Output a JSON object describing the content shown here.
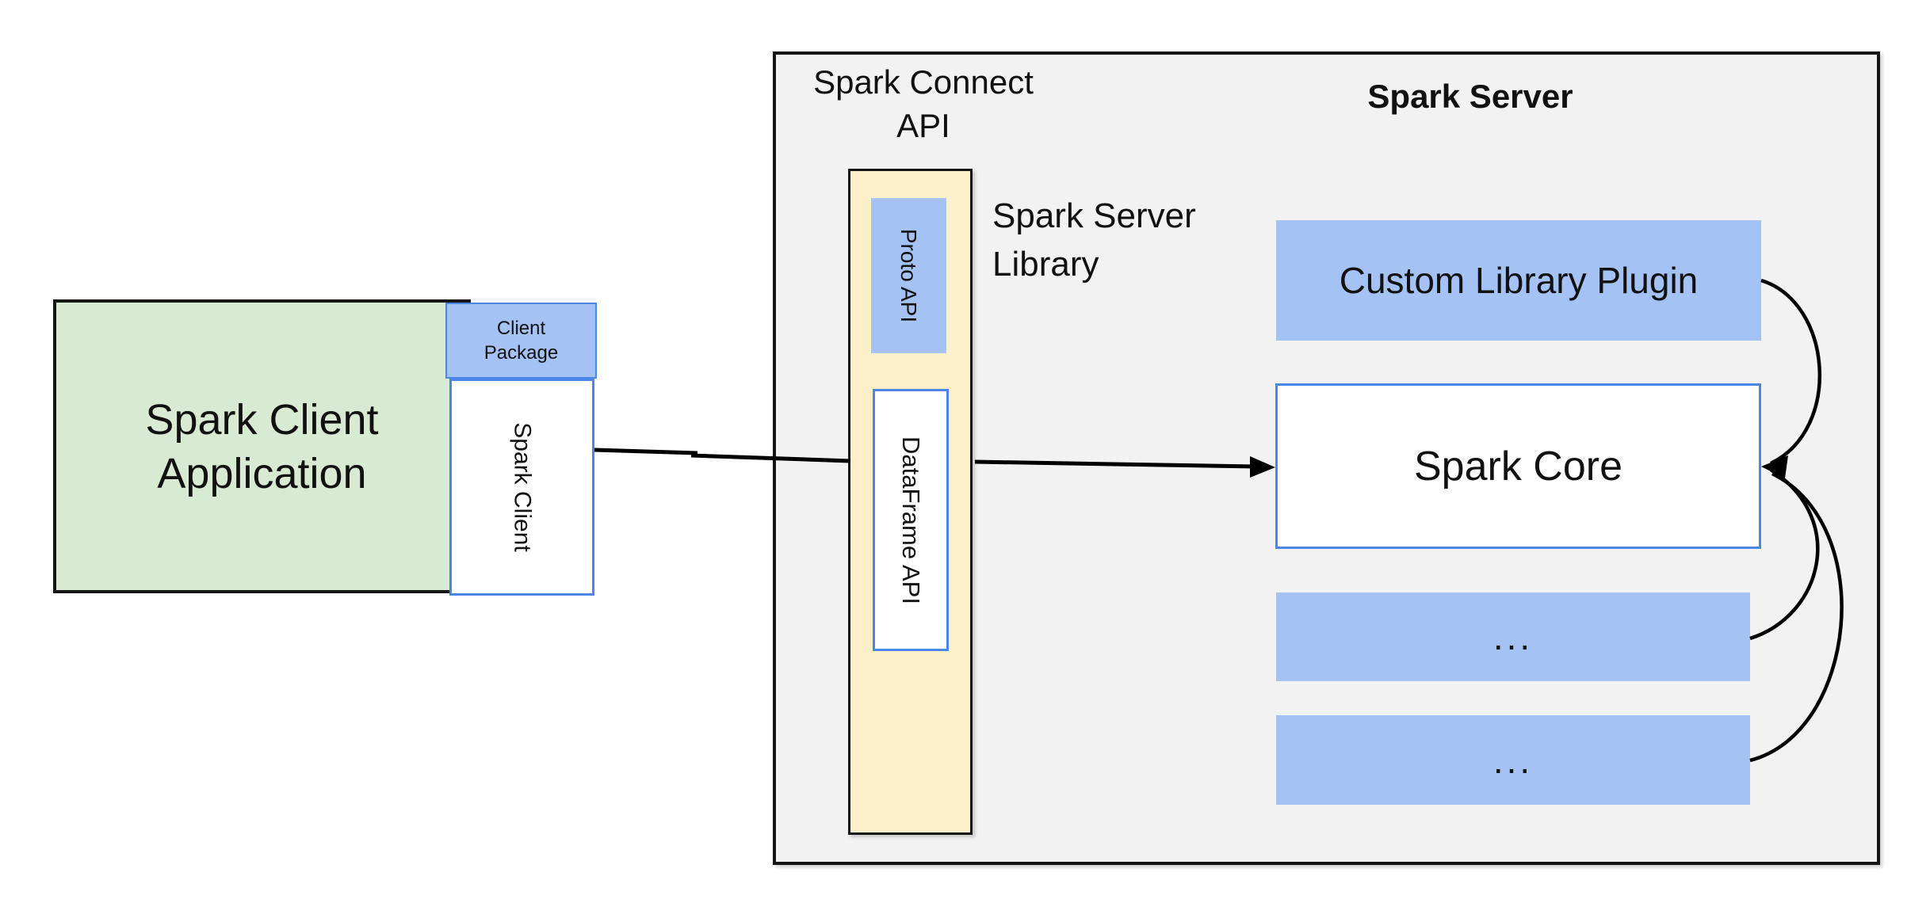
{
  "colors": {
    "box_blue_fill": "#a4c2f4",
    "box_blue_border": "#4a86e8",
    "green_fill": "#d9ead3",
    "yellow_fill": "#fdefca",
    "server_bg": "#f2f2f2",
    "border_black": "#161616",
    "arrow_color": "#000000",
    "text_color": "#111111"
  },
  "client_application": {
    "label_line1": "Spark Client",
    "label_line2": "Application"
  },
  "client_package": {
    "label_line1": "Client",
    "label_line2": "Package"
  },
  "spark_client": {
    "label": "Spark Client"
  },
  "spark_connect_api": {
    "label_line1": "Spark Connect",
    "label_line2": "API"
  },
  "connect_box": {
    "proto_api_label": "Proto API",
    "dataframe_api_label": "DataFrame API"
  },
  "spark_server_library": {
    "label_line1": "Spark Server",
    "label_line2": "Library"
  },
  "spark_server": {
    "title": "Spark Server",
    "custom_plugin_label": "Custom Library Plugin",
    "spark_core_label": "Spark Core",
    "plugin_placeholder_1": "...",
    "plugin_placeholder_2": "..."
  }
}
